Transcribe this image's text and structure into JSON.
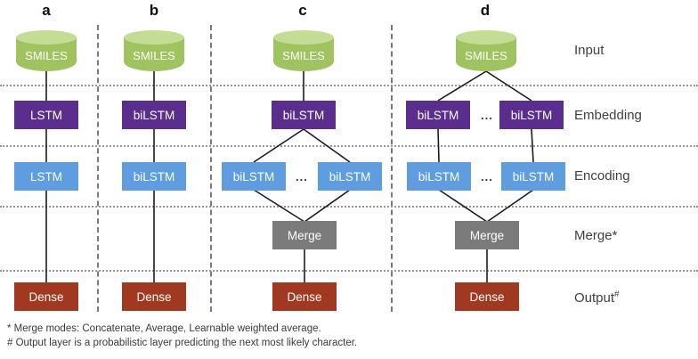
{
  "diagram": {
    "columns": [
      {
        "letter": "a",
        "input": "SMILES",
        "embedding": "LSTM",
        "encoding": "LSTM",
        "output": "Dense"
      },
      {
        "letter": "b",
        "input": "SMILES",
        "embedding": "biLSTM",
        "encoding": "biLSTM",
        "output": "Dense"
      },
      {
        "letter": "c",
        "input": "SMILES",
        "embedding": "biLSTM",
        "encoding_left": "biLSTM",
        "encoding_dots": "...",
        "encoding_right": "biLSTM",
        "merge": "Merge",
        "output": "Dense"
      },
      {
        "letter": "d",
        "input": "SMILES",
        "embedding_left": "biLSTM",
        "embedding_dots": "...",
        "embedding_right": "biLSTM",
        "encoding_left": "biLSTM",
        "encoding_dots": "...",
        "encoding_right": "biLSTM",
        "merge": "Merge",
        "output": "Dense"
      }
    ],
    "row_labels": {
      "input": "Input",
      "embedding": "Embedding",
      "encoding": "Encoding",
      "merge": "Merge*",
      "output": "Output",
      "output_sup": "#"
    },
    "footnotes": [
      "* Merge modes: Concatenate, Average, Learnable weighted average.",
      "# Output layer is a probabilistic layer predicting the next most likely character."
    ],
    "colors": {
      "input_body": "#9fc45f",
      "input_top": "#c3dd95",
      "embedding": "#5b2d8f",
      "encoding": "#5e9de0",
      "merge": "#7b7b7b",
      "output": "#a03920"
    }
  }
}
